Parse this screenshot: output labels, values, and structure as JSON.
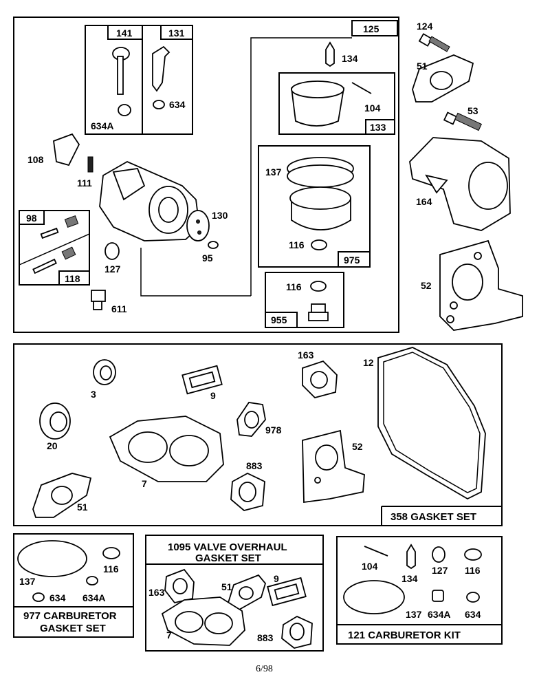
{
  "labels": {
    "p141": "141",
    "p131": "131",
    "p125": "125",
    "p124": "124",
    "p134": "134",
    "p51": "51",
    "p634": "634",
    "p634a": "634A",
    "p104": "104",
    "p133": "133",
    "p53": "53",
    "p108": "108",
    "p111": "111",
    "p137": "137",
    "p164": "164",
    "p98": "98",
    "p130": "130",
    "p116": "116",
    "p95": "95",
    "p127": "127",
    "p975": "975",
    "p118": "118",
    "p52": "52",
    "p611": "611",
    "p955": "955"
  },
  "gasket_set": {
    "p3": "3",
    "p9": "9",
    "p163": "163",
    "p12": "12",
    "p20": "20",
    "p978": "978",
    "p7": "7",
    "p883": "883",
    "p52": "52",
    "p51": "51",
    "title": "358 GASKET SET"
  },
  "carb_gasket": {
    "p137": "137",
    "p116": "116",
    "p634": "634",
    "p634a": "634A",
    "title_line1": "977 CARBURETOR",
    "title_line2": "GASKET SET"
  },
  "valve_set": {
    "title_line1": "1095 VALVE OVERHAUL",
    "title_line2": "GASKET SET",
    "p163": "163",
    "p51": "51",
    "p9": "9",
    "p7": "7",
    "p883": "883"
  },
  "carb_kit": {
    "p104": "104",
    "p134": "134",
    "p127": "127",
    "p116": "116",
    "p137": "137",
    "p634a": "634A",
    "p634": "634",
    "title": "121 CARBURETOR KIT"
  },
  "footer": {
    "date": "6/98"
  }
}
